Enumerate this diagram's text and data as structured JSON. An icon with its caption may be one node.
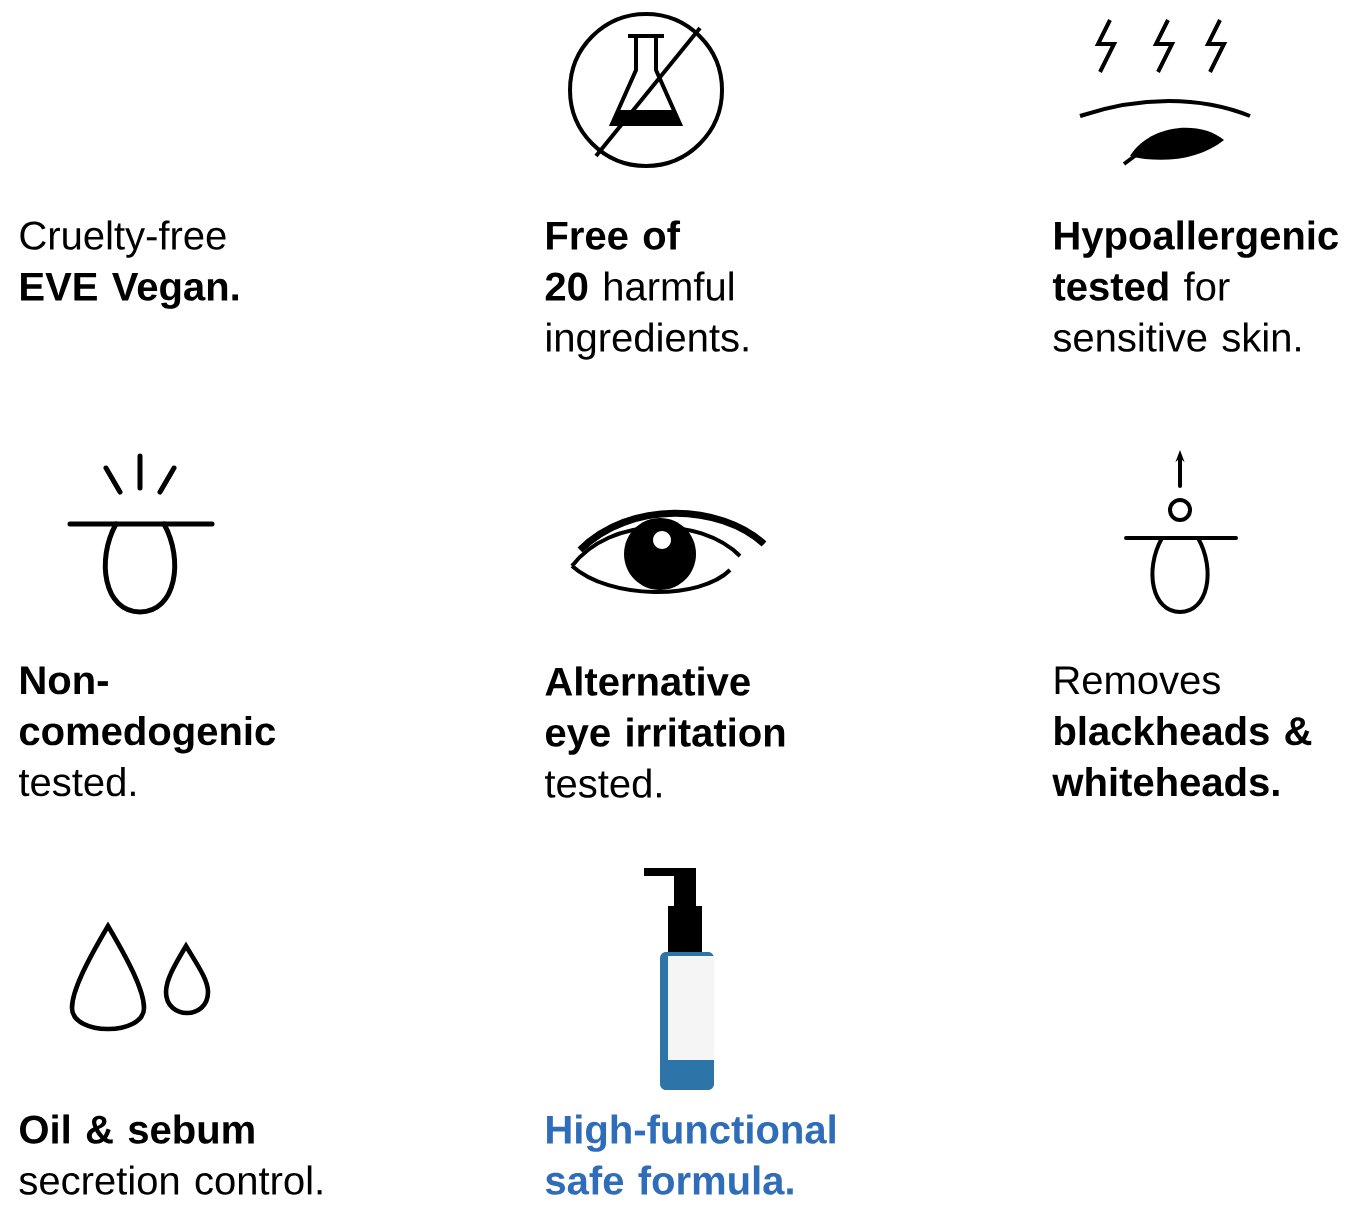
{
  "diagram": {
    "labels": [
      "Cruelty-free **EVE Vegan.**",
      "**Free of 20** harmful ingredients.",
      "**Hypoallergenic tested** for sensitive skin.",
      "**Non-comedogenic** tested.",
      "**Alternative eye irritation** tested.",
      "Removes **blackheads & whiteheads.**",
      "**Oil & sebum** secretion control.",
      "High-functional safe formula."
    ]
  }
}
